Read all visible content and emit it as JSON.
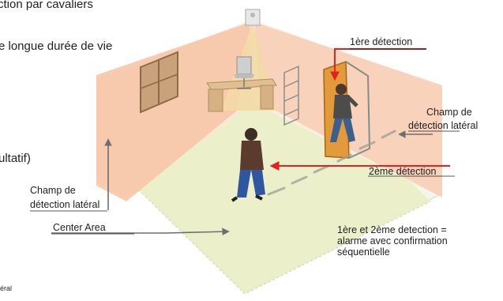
{
  "background_text": {
    "line1": "ction par cavaliers",
    "line2": "e longue durée de vie",
    "line3": "ultatif)",
    "footnote": "éral"
  },
  "callouts": {
    "first_detection": "1ère détection",
    "second_detection": "2ème détection",
    "right_side_line1": "Champ de",
    "right_side_line2": "détection",
    "right_side_line2b": " latéral",
    "left_side_line1": "Champ de",
    "left_side_line2": "détection latéral",
    "center_area": "Center Area",
    "alarm_line1": "1ère et 2ème detection =",
    "alarm_line2": "alarme avec confirmation",
    "alarm_line3": "séquentielle"
  },
  "colors": {
    "arrow_red": "#e1231f",
    "arrow_grey": "#6d6e70",
    "wall_zone": "#f6c6a8",
    "floor_zone": "#e9efc4",
    "ceiling_beam": "#f3d9a6"
  }
}
